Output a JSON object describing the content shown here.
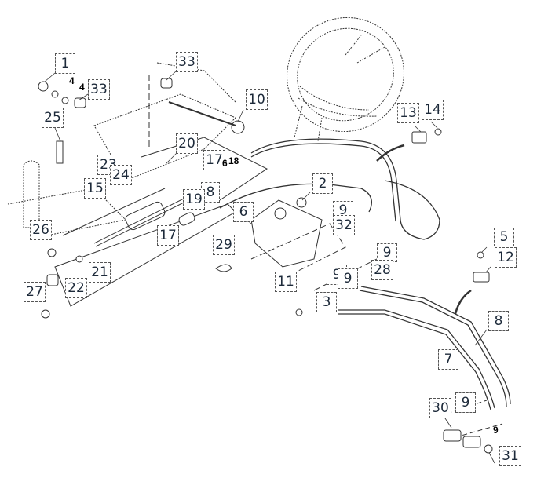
{
  "diagram": {
    "title": "Power steering assembly exploded view",
    "callouts": [
      {
        "id": "c1",
        "label": "1"
      },
      {
        "id": "c33a",
        "label": "33"
      },
      {
        "id": "c25",
        "label": "25"
      },
      {
        "id": "c33b",
        "label": "33"
      },
      {
        "id": "c10",
        "label": "10"
      },
      {
        "id": "c20",
        "label": "20"
      },
      {
        "id": "c23",
        "label": "23"
      },
      {
        "id": "c24",
        "label": "24"
      },
      {
        "id": "c15",
        "label": "15"
      },
      {
        "id": "c17a",
        "label": "17"
      },
      {
        "id": "c8a",
        "label": "8"
      },
      {
        "id": "c19",
        "label": "19"
      },
      {
        "id": "c17b",
        "label": "17"
      },
      {
        "id": "c26",
        "label": "26"
      },
      {
        "id": "c21",
        "label": "21"
      },
      {
        "id": "c22",
        "label": "22"
      },
      {
        "id": "c27",
        "label": "27"
      },
      {
        "id": "c6",
        "label": "6"
      },
      {
        "id": "c29",
        "label": "29"
      },
      {
        "id": "c2",
        "label": "2"
      },
      {
        "id": "c9a",
        "label": "9"
      },
      {
        "id": "c32",
        "label": "32"
      },
      {
        "id": "c9b",
        "label": "9"
      },
      {
        "id": "c28",
        "label": "28"
      },
      {
        "id": "c11",
        "label": "11"
      },
      {
        "id": "c9c",
        "label": "9"
      },
      {
        "id": "c9d",
        "label": "9"
      },
      {
        "id": "c3",
        "label": "3"
      },
      {
        "id": "c13",
        "label": "13"
      },
      {
        "id": "c14",
        "label": "14"
      },
      {
        "id": "c5",
        "label": "5"
      },
      {
        "id": "c12",
        "label": "12"
      },
      {
        "id": "c8b",
        "label": "8"
      },
      {
        "id": "c7",
        "label": "7"
      },
      {
        "id": "c30",
        "label": "30"
      },
      {
        "id": "c9e",
        "label": "9"
      },
      {
        "id": "c31",
        "label": "31"
      }
    ],
    "plain_labels": [
      {
        "id": "p4a",
        "label": "4"
      },
      {
        "id": "p4b",
        "label": "4"
      },
      {
        "id": "p6",
        "label": "6"
      },
      {
        "id": "p18",
        "label": "18"
      },
      {
        "id": "p9",
        "label": "9"
      }
    ]
  }
}
